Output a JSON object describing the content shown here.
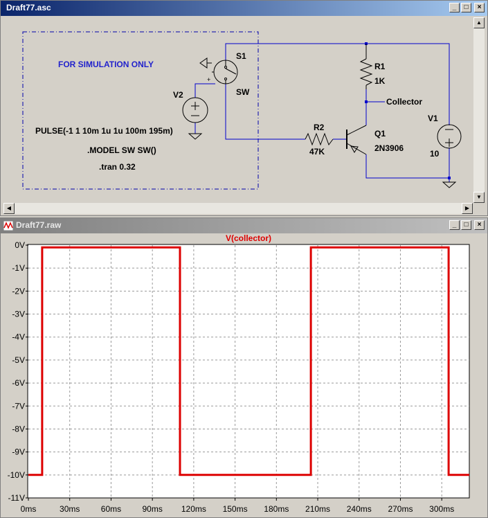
{
  "schematic_window": {
    "title": "Draft77.asc",
    "min_label": "_",
    "max_label": "□",
    "close_label": "×"
  },
  "schematic": {
    "note": "FOR SIMULATION ONLY",
    "v2_label": "V2",
    "v2_value": "PULSE(-1 1 10m 1u 1u 100m 195m)",
    "model_directive": ".MODEL SW SW()",
    "tran_directive": ".tran 0.32",
    "s1_label": "S1",
    "s1_model": "SW",
    "r1_label": "R1",
    "r1_value": "1K",
    "r2_label": "R2",
    "r2_value": "47K",
    "q1_label": "Q1",
    "q1_model": "2N3906",
    "v1_label": "V1",
    "v1_value": "10",
    "net_label": "Collector",
    "plus_sign": "+"
  },
  "plot_window": {
    "title": "Draft77.raw",
    "min_label": "_",
    "max_label": "□",
    "close_label": "×"
  },
  "chart_data": {
    "type": "line",
    "title": "V(collector)",
    "xlabel": "",
    "ylabel": "",
    "x_ticks": [
      "0ms",
      "30ms",
      "60ms",
      "90ms",
      "120ms",
      "150ms",
      "180ms",
      "210ms",
      "240ms",
      "270ms",
      "300ms"
    ],
    "y_ticks": [
      "0V",
      "-1V",
      "-2V",
      "-3V",
      "-4V",
      "-5V",
      "-6V",
      "-7V",
      "-8V",
      "-9V",
      "-10V",
      "-11V"
    ],
    "xlim": [
      0,
      320
    ],
    "ylim": [
      -11,
      0
    ],
    "grid": true,
    "series": [
      {
        "name": "V(collector)",
        "color": "#dd0000",
        "x": [
          0,
          10,
          10,
          110,
          110,
          205,
          205,
          305,
          305,
          320
        ],
        "y": [
          -10,
          -10,
          -0.1,
          -0.1,
          -10,
          -10,
          -0.1,
          -0.1,
          -10,
          -10
        ]
      }
    ]
  }
}
